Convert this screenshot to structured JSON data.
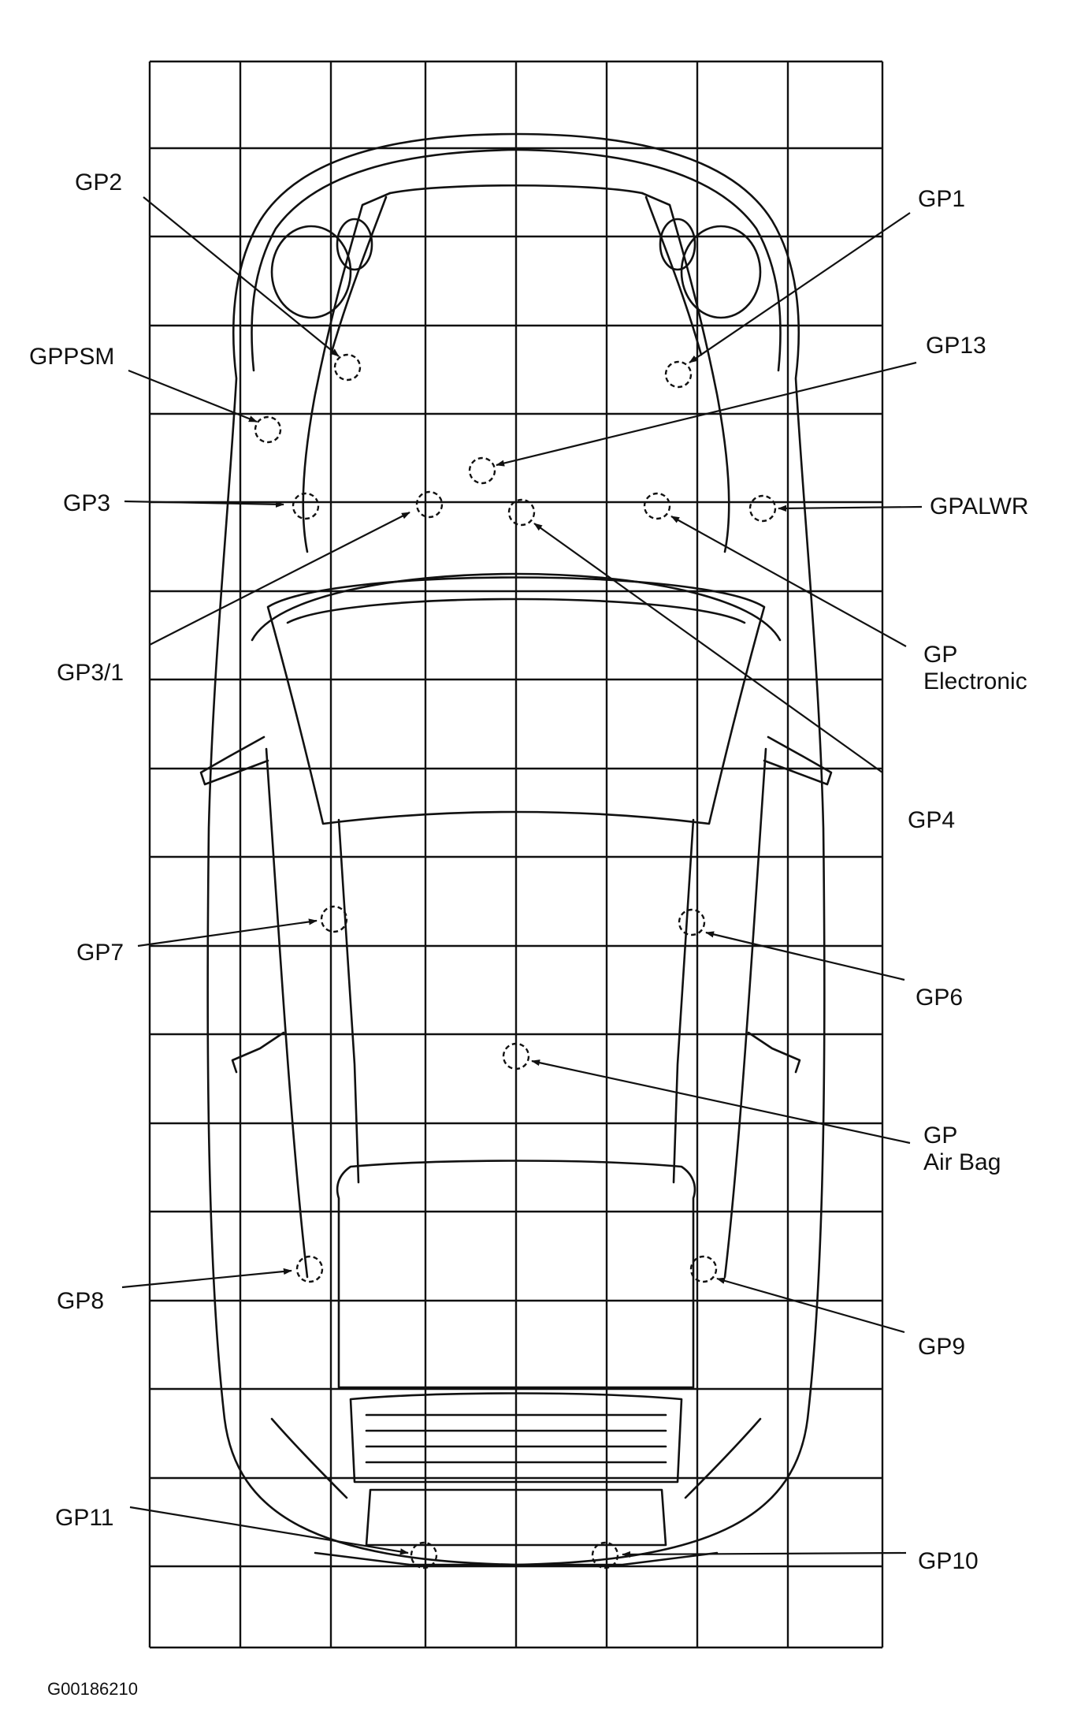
{
  "figure_code": "G00186210",
  "colors": {
    "ink": "#111111",
    "background": "#ffffff"
  },
  "ground_points": [
    {
      "id": "gp2",
      "lines": [
        "GP2"
      ]
    },
    {
      "id": "gp1",
      "lines": [
        "GP1"
      ]
    },
    {
      "id": "gppsm",
      "lines": [
        "GPPSM"
      ]
    },
    {
      "id": "gp13",
      "lines": [
        "GP13"
      ]
    },
    {
      "id": "gp3",
      "lines": [
        "GP3"
      ]
    },
    {
      "id": "gpalwr",
      "lines": [
        "GPALWR"
      ]
    },
    {
      "id": "gp3-1",
      "lines": [
        "GP3/1"
      ]
    },
    {
      "id": "gp-electronic",
      "lines": [
        "GP",
        "Electronic"
      ]
    },
    {
      "id": "gp4",
      "lines": [
        "GP4"
      ]
    },
    {
      "id": "gp7",
      "lines": [
        "GP7"
      ]
    },
    {
      "id": "gp6",
      "lines": [
        "GP6"
      ]
    },
    {
      "id": "gp-air-bag",
      "lines": [
        "GP",
        "Air Bag"
      ]
    },
    {
      "id": "gp8",
      "lines": [
        "GP8"
      ]
    },
    {
      "id": "gp9",
      "lines": [
        "GP9"
      ]
    },
    {
      "id": "gp11",
      "lines": [
        "GP11"
      ]
    },
    {
      "id": "gp10",
      "lines": [
        "GP10"
      ]
    }
  ]
}
